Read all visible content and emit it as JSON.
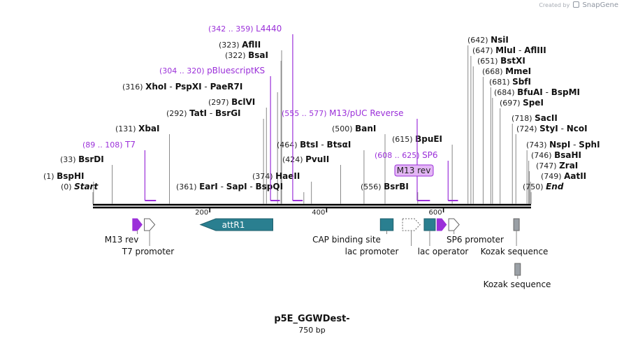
{
  "watermark": {
    "created_by": "Created by",
    "brand": "SnapGene"
  },
  "plasmid": {
    "name": "p5E_GGWDest-",
    "length_label": "750 bp",
    "length": 750
  },
  "colors": {
    "line": "#000000",
    "primer": "#9b30d9",
    "feature": "#2a7f90",
    "promoter": "#ffffff",
    "kozak": "#9aa0a6",
    "label_bp": "#222222",
    "site_name": "#111111"
  },
  "ruler": [
    {
      "label": "200",
      "pos": 200
    },
    {
      "label": "400",
      "pos": 400
    },
    {
      "label": "600",
      "pos": 600
    }
  ],
  "sites": [
    {
      "pos": "(0)",
      "names": [
        {
          "t": "Start",
          "i": true
        }
      ],
      "bp": 0
    },
    {
      "pos": "(1)",
      "names": [
        {
          "t": "BspHI"
        }
      ],
      "bp": 1
    },
    {
      "pos": "(33)",
      "names": [
        {
          "t": "BsrDI"
        }
      ],
      "bp": 33
    },
    {
      "pos": "(131)",
      "names": [
        {
          "t": "XbaI"
        }
      ],
      "bp": 131
    },
    {
      "pos": "(292)",
      "names": [
        {
          "t": "TatI"
        },
        {
          "t": "BsrGI"
        }
      ],
      "bp": 292
    },
    {
      "pos": "(297)",
      "names": [
        {
          "t": "BclVI"
        }
      ],
      "bp": 297
    },
    {
      "pos": "(316)",
      "names": [
        {
          "t": "XhoI"
        },
        {
          "t": "PspXI"
        },
        {
          "t": "PaeR7I"
        }
      ],
      "bp": 316
    },
    {
      "pos": "(322)",
      "names": [
        {
          "t": "BsaI"
        }
      ],
      "bp": 322
    },
    {
      "pos": "(323)",
      "names": [
        {
          "t": "AflII"
        }
      ],
      "bp": 323
    },
    {
      "pos": "(361)",
      "names": [
        {
          "t": "EarI"
        },
        {
          "t": "SapI"
        },
        {
          "t": "BspQI"
        }
      ],
      "bp": 361
    },
    {
      "pos": "(374)",
      "names": [
        {
          "t": "HaeII"
        }
      ],
      "bp": 374
    },
    {
      "pos": "(424)",
      "names": [
        {
          "t": "PvuII"
        }
      ],
      "bp": 424
    },
    {
      "pos": "(464)",
      "names": [
        {
          "t": "BtsI"
        },
        {
          "t": "BtsαI"
        }
      ],
      "bp": 464
    },
    {
      "pos": "(500)",
      "names": [
        {
          "t": "BanI"
        }
      ],
      "bp": 500
    },
    {
      "pos": "(556)",
      "names": [
        {
          "t": "BsrBI"
        }
      ],
      "bp": 556
    },
    {
      "pos": "(615)",
      "names": [
        {
          "t": "BpuEI"
        }
      ],
      "bp": 615
    },
    {
      "pos": "(642)",
      "names": [
        {
          "t": "NsiI"
        }
      ],
      "bp": 642
    },
    {
      "pos": "(647)",
      "names": [
        {
          "t": "MluI"
        },
        {
          "t": "AflIII"
        }
      ],
      "bp": 647
    },
    {
      "pos": "(651)",
      "names": [
        {
          "t": "BstXI"
        }
      ],
      "bp": 651
    },
    {
      "pos": "(668)",
      "names": [
        {
          "t": "MmeI"
        }
      ],
      "bp": 668
    },
    {
      "pos": "(681)",
      "names": [
        {
          "t": "SbfI"
        }
      ],
      "bp": 681
    },
    {
      "pos": "(684)",
      "names": [
        {
          "t": "BfuAI"
        },
        {
          "t": "BspMI"
        }
      ],
      "bp": 684
    },
    {
      "pos": "(697)",
      "names": [
        {
          "t": "SpeI"
        }
      ],
      "bp": 697
    },
    {
      "pos": "(718)",
      "names": [
        {
          "t": "SacII"
        }
      ],
      "bp": 718
    },
    {
      "pos": "(724)",
      "names": [
        {
          "t": "StyI"
        },
        {
          "t": "NcoI"
        }
      ],
      "bp": 724
    },
    {
      "pos": "(743)",
      "names": [
        {
          "t": "NspI"
        },
        {
          "t": "SphI"
        }
      ],
      "bp": 743
    },
    {
      "pos": "(746)",
      "names": [
        {
          "t": "BsaHI"
        }
      ],
      "bp": 746
    },
    {
      "pos": "(747)",
      "names": [
        {
          "t": "ZraI"
        }
      ],
      "bp": 747
    },
    {
      "pos": "(749)",
      "names": [
        {
          "t": "AatII"
        }
      ],
      "bp": 749
    },
    {
      "pos": "(750)",
      "names": [
        {
          "t": "End",
          "i": true
        }
      ],
      "bp": 750
    }
  ],
  "primers": [
    {
      "range": "(89 .. 108)",
      "name": "T7",
      "start": 89,
      "end": 108
    },
    {
      "range": "(304 .. 320)",
      "name": "pBluescriptKS",
      "start": 304,
      "end": 320
    },
    {
      "range": "(342 .. 359)",
      "name": "L4440",
      "start": 342,
      "end": 359
    },
    {
      "range": "(555 .. 577)",
      "name": "M13/pUC Reverse",
      "start": 555,
      "end": 577
    },
    {
      "range": "(608 .. 625)",
      "name": "SP6",
      "start": 608,
      "end": 625
    }
  ],
  "highlight": {
    "label": "M13 rev"
  },
  "features": [
    {
      "label": "M13 rev",
      "type": "primer_bind",
      "start": 68,
      "end": 84,
      "dir": 1
    },
    {
      "label": "T7 promoter",
      "type": "promoter",
      "start": 88,
      "end": 106,
      "dir": 1
    },
    {
      "label": "attR1",
      "type": "cds",
      "start": 184,
      "end": 308,
      "dir": -1
    },
    {
      "label": "CAP binding site",
      "type": "misc",
      "start": 492,
      "end": 514,
      "dir": 0
    },
    {
      "label": "lac promoter",
      "type": "promoter",
      "start": 530,
      "end": 560,
      "dir": 1
    },
    {
      "label": "lac operator",
      "type": "misc",
      "start": 568,
      "end": 585,
      "dir": 0
    },
    {
      "label": "M13 rev",
      "type": "primer_bind",
      "start": 589,
      "end": 605,
      "dir": 1
    },
    {
      "label": "SP6 promoter",
      "type": "promoter",
      "start": 609,
      "end": 627,
      "dir": 1
    },
    {
      "label": "Kozak sequence",
      "type": "kozak",
      "start": 720,
      "end": 730,
      "dir": 0
    },
    {
      "label": "Kozak sequence",
      "type": "kozak",
      "start": 722,
      "end": 732,
      "dir": 0
    }
  ]
}
